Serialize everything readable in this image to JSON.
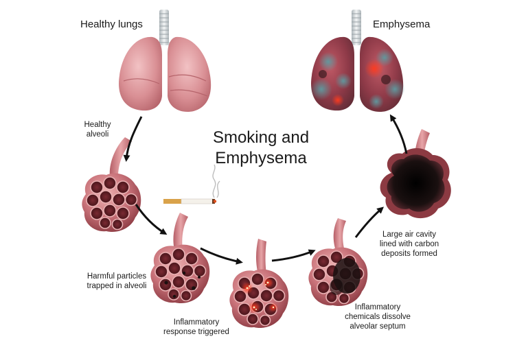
{
  "title": {
    "line1": "Smoking and",
    "line2": "Emphysema"
  },
  "labels": {
    "healthy_lungs": "Healthy lungs",
    "emphysema": "Emphysema",
    "healthy_alveoli_1": "Healthy",
    "healthy_alveoli_2": "alveoli",
    "harmful_1": "Harmful particles",
    "harmful_2": "trapped in alveoli",
    "inflam_resp_1": "Inflammatory",
    "inflam_resp_2": "response triggered",
    "inflam_chem_1": "Inflammatory",
    "inflam_chem_2": "chemicals dissolve",
    "inflam_chem_3": "alveolar septum",
    "cavity_1": "Large air cavity",
    "cavity_2": "lined with carbon",
    "cavity_3": "deposits formed"
  },
  "colors": {
    "lung_pink": "#d98f94",
    "lung_dark": "#b5636a",
    "alveoli_pink": "#c9737a",
    "alveoli_dark": "#8c3a42",
    "damage_black": "#1a1010",
    "inflammation_red": "#e0301e",
    "emphysema_teal": "#4f7f86",
    "arrow": "#111111",
    "trachea": "#d8dde0"
  },
  "icons": [
    "cigarette-icon",
    "smoke-icon",
    "lungs-icon",
    "alveoli-icon",
    "arrow-icon"
  ]
}
